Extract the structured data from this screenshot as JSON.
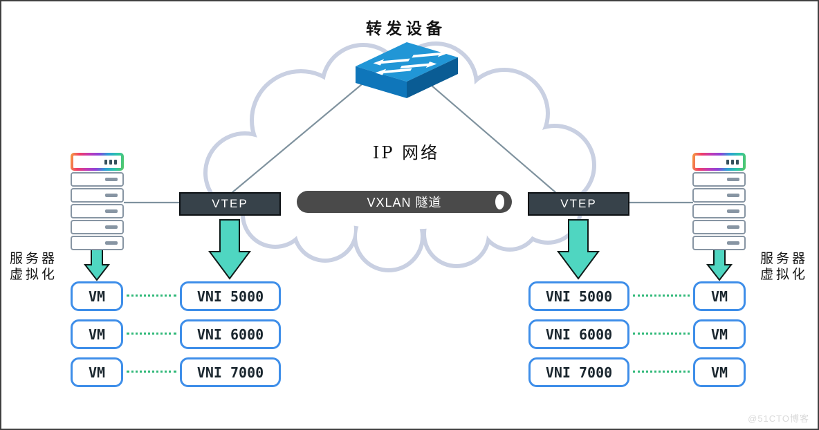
{
  "title": "转发设备",
  "cloud": {
    "label": "IP 网络"
  },
  "tunnel": {
    "label": "VXLAN 隧道"
  },
  "vtep": {
    "left": "VTEP",
    "right": "VTEP"
  },
  "captions": {
    "left_line1": "服务器",
    "left_line2": "虚拟化",
    "right_line1": "服务器",
    "right_line2": "虚拟化"
  },
  "left": {
    "vms": [
      "VM",
      "VM",
      "VM"
    ],
    "vnis": [
      "VNI 5000",
      "VNI 6000",
      "VNI 7000"
    ]
  },
  "right": {
    "vms": [
      "VM",
      "VM",
      "VM"
    ],
    "vnis": [
      "VNI 5000",
      "VNI 6000",
      "VNI 7000"
    ]
  },
  "watermark": "@51CTO博客",
  "icons": {
    "switch": "network-switch-icon",
    "server": "server-stack-icon",
    "down_arrow": "teal-down-arrow-icon",
    "tunnel_end": "tunnel-opening-icon",
    "cloud": "ip-cloud-shape"
  },
  "colors": {
    "frame": "#3f3f3f",
    "cloud-outline": "#c9d0e2",
    "line-gray": "#7f929e",
    "vtep-bg": "#37424a",
    "tunnel-bg": "#4a4a4a",
    "arrow-teal": "#4fd6c1",
    "box-border-blue": "#3e8ee9",
    "dotted-green": "#2fb878",
    "server-gray": "#8795a3",
    "switch-top": "#2196d6",
    "switch-front": "#0f76ba",
    "switch-side": "#0a5c94",
    "watermark": "#d9d9d9"
  }
}
